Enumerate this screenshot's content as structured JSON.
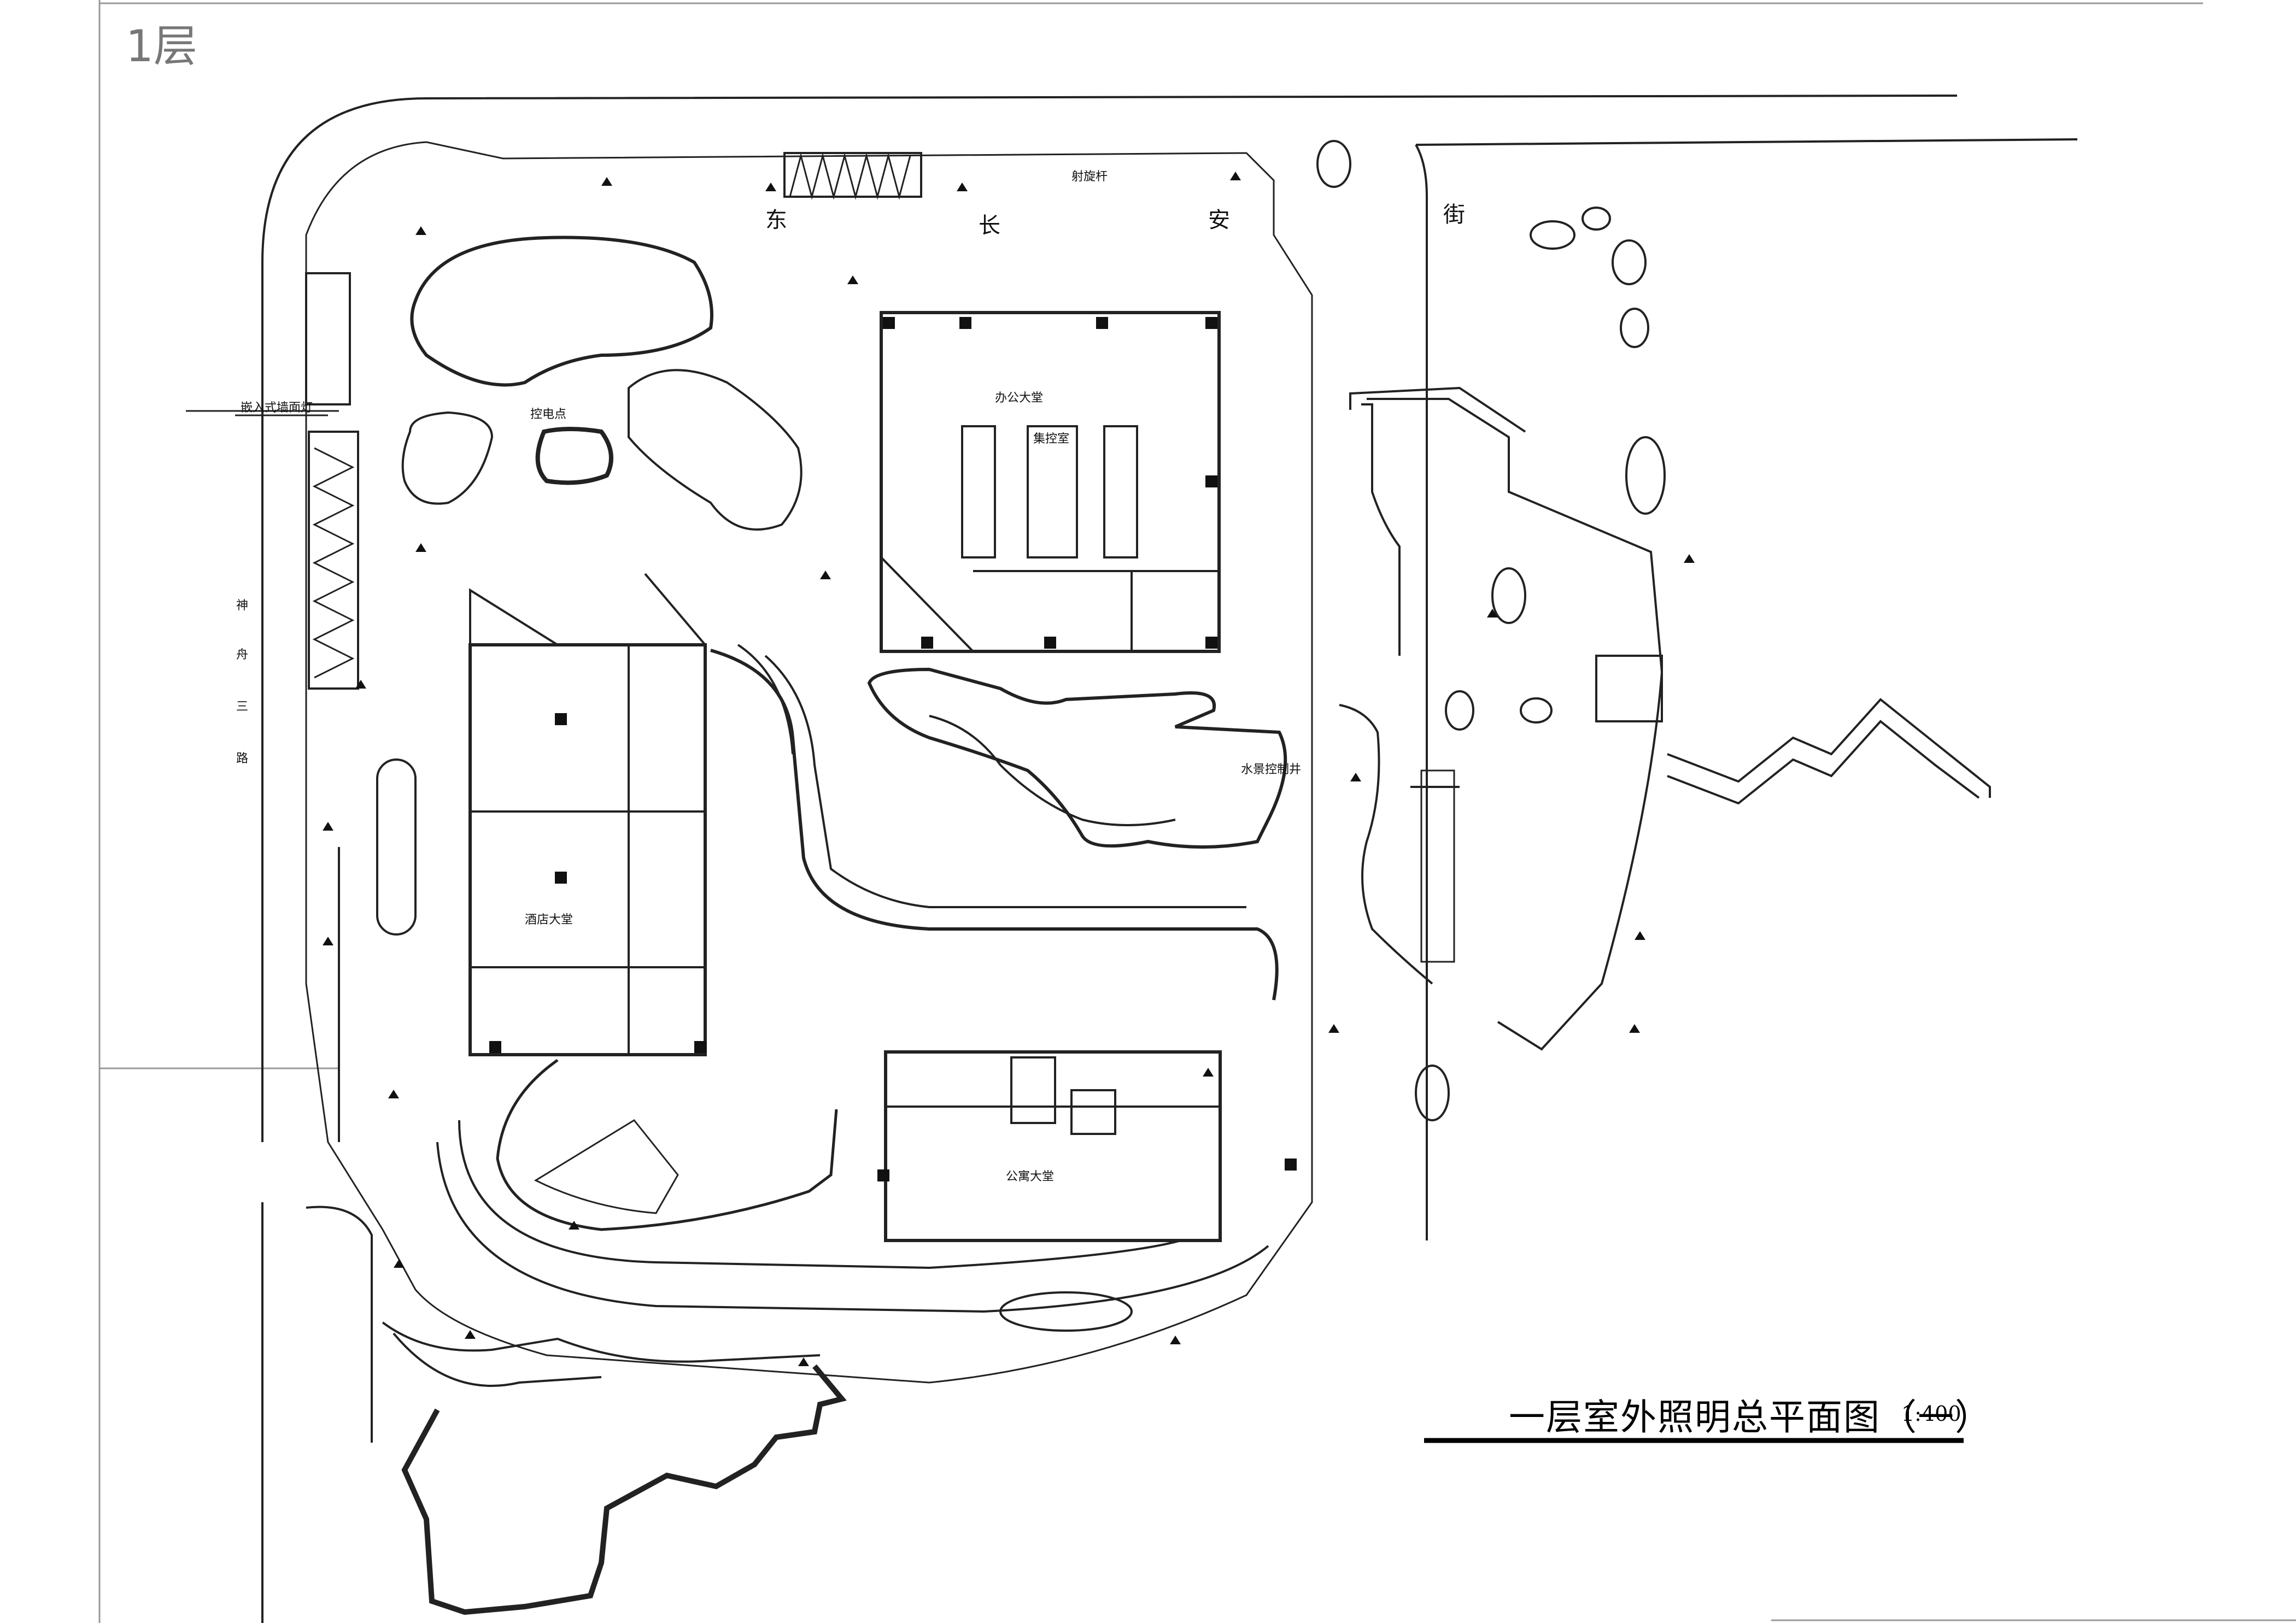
{
  "drawing": {
    "floor_label": "1层",
    "title": "一层室外照明总平面图（一）",
    "scale": "1:400",
    "road_label": "嵌入式墙面灯",
    "streets": {
      "east_chang_an": [
        "东",
        "长",
        "安",
        "街"
      ],
      "shenzhou_road": [
        "神",
        "舟",
        "三",
        "路"
      ]
    },
    "rooms": {
      "office_lobby": "办公大堂",
      "control_room": "集控室",
      "hotel_lobby": "酒店大堂",
      "apartment_lobby": "公寓大堂",
      "water_feature_room": "水景控制井",
      "power_box": "控电点",
      "shot_rail": "射旋杆"
    }
  }
}
